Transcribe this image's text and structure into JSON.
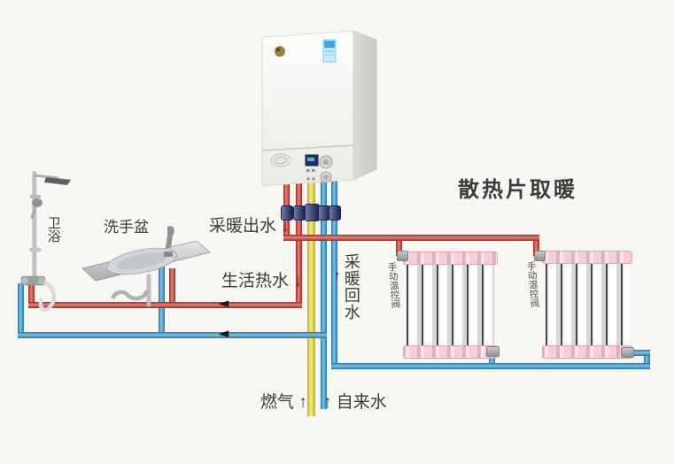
{
  "colors": {
    "hot": "#d53020",
    "cold": "#2a99d6",
    "gas": "#f2e41e",
    "radiator-pink": "#f6ccd9",
    "valve-navy": "#273272",
    "fitting-gray": "#9aa0a6",
    "text-dark": "#3c3c3c",
    "background": "#f7f6f3"
  },
  "labels": {
    "radiator_heating": "散热片取暖",
    "heating_outlet": "采暖出水 ↓",
    "domestic_hot_water": "生活热水 ↓",
    "heating_return": "采暖回水",
    "gas": "燃气 ↑",
    "tap_water": "↑ 自来水",
    "manual_valve": "手动温控阀",
    "bathroom": "卫浴",
    "wash_basin": "洗手盆",
    "flow_left": "◄",
    "flow_up": "↑"
  }
}
